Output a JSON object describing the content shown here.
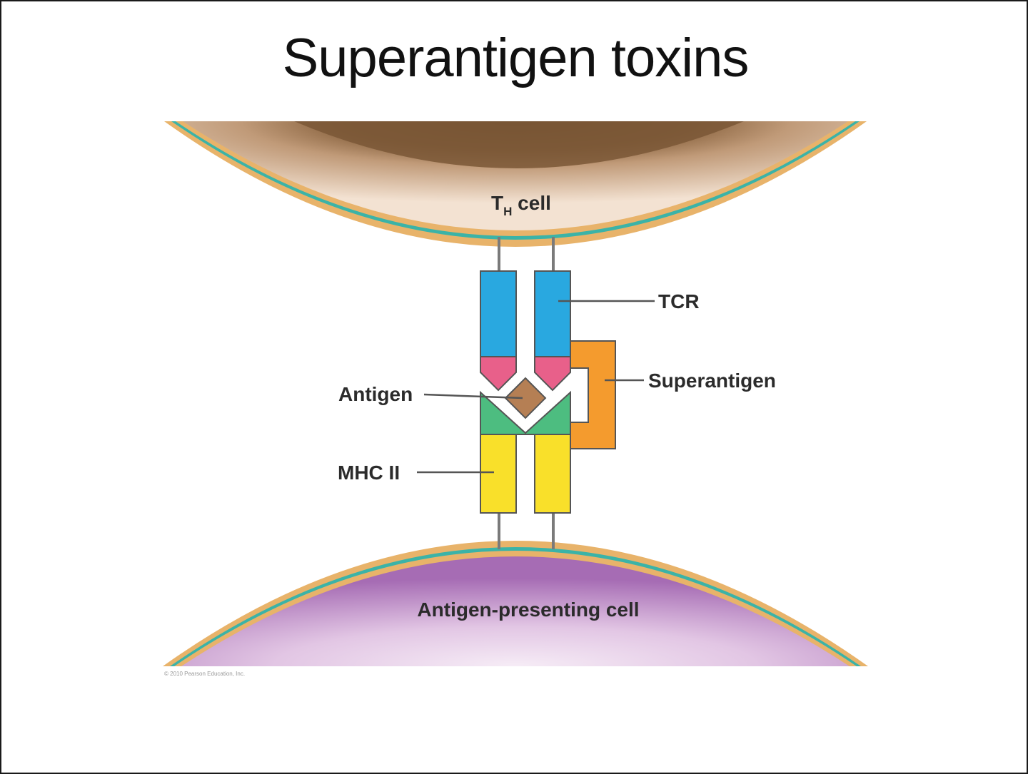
{
  "slide": {
    "title": "Superantigen toxins"
  },
  "diagram": {
    "th_cell_label": "T",
    "th_cell_subscript": "H",
    "th_cell_label_suffix": " cell",
    "apc_label": "Antigen-presenting cell",
    "tcr_label": "TCR",
    "superantigen_label": "Superantigen",
    "antigen_label": "Antigen",
    "mhc_label": "MHC II",
    "copyright": "© 2010 Pearson Education, Inc.",
    "colors": {
      "tcr": "#29a8e0",
      "tcr_tip": "#e8608a",
      "mhc_top": "#4dbd80",
      "mhc_stalk": "#f9e02a",
      "superantigen": "#f49b2e",
      "antigen": "#b57f54",
      "membrane_outer": "#e8b36a",
      "membrane_inner": "#3bb3a7",
      "th_cell": "#c9a585",
      "apc_cell": "#b47cc1"
    }
  }
}
